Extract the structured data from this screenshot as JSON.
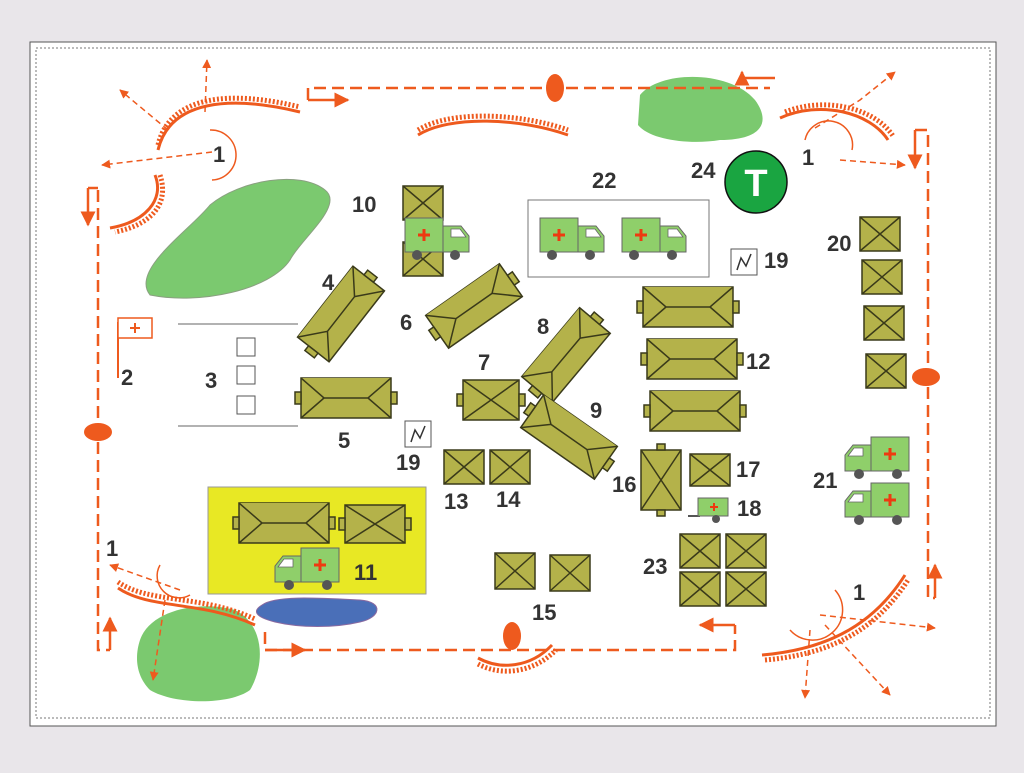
{
  "labels": {
    "l1a": "1",
    "l1b": "1",
    "l1c": "1",
    "l1d": "1",
    "l2": "2",
    "l3": "3",
    "l4": "4",
    "l5": "5",
    "l6": "6",
    "l7": "7",
    "l8": "8",
    "l9": "9",
    "l10": "10",
    "l11": "11",
    "l12": "12",
    "l13": "13",
    "l14": "14",
    "l15": "15",
    "l16": "16",
    "l17": "17",
    "l18": "18",
    "l19a": "19",
    "l19b": "19",
    "l20": "20",
    "l21": "21",
    "l22": "22",
    "l23": "23",
    "l24": "24"
  },
  "badge": {
    "letter": "T"
  },
  "colors": {
    "tent_fill": "#b4b24a",
    "tent_stroke": "#3a3a1a",
    "perimeter": "#ee5a1e",
    "forest": "#7bc96f",
    "water": "#4a6fb8",
    "highlight_area": "#e8e824",
    "badge": "#1aa541",
    "vehicle": "#8fcf6a"
  },
  "icons": [
    "tent-icon",
    "ambulance-icon",
    "trailer-icon",
    "flag-icon",
    "signal-icon",
    "observation-post-icon",
    "checkpoint-icon"
  ]
}
